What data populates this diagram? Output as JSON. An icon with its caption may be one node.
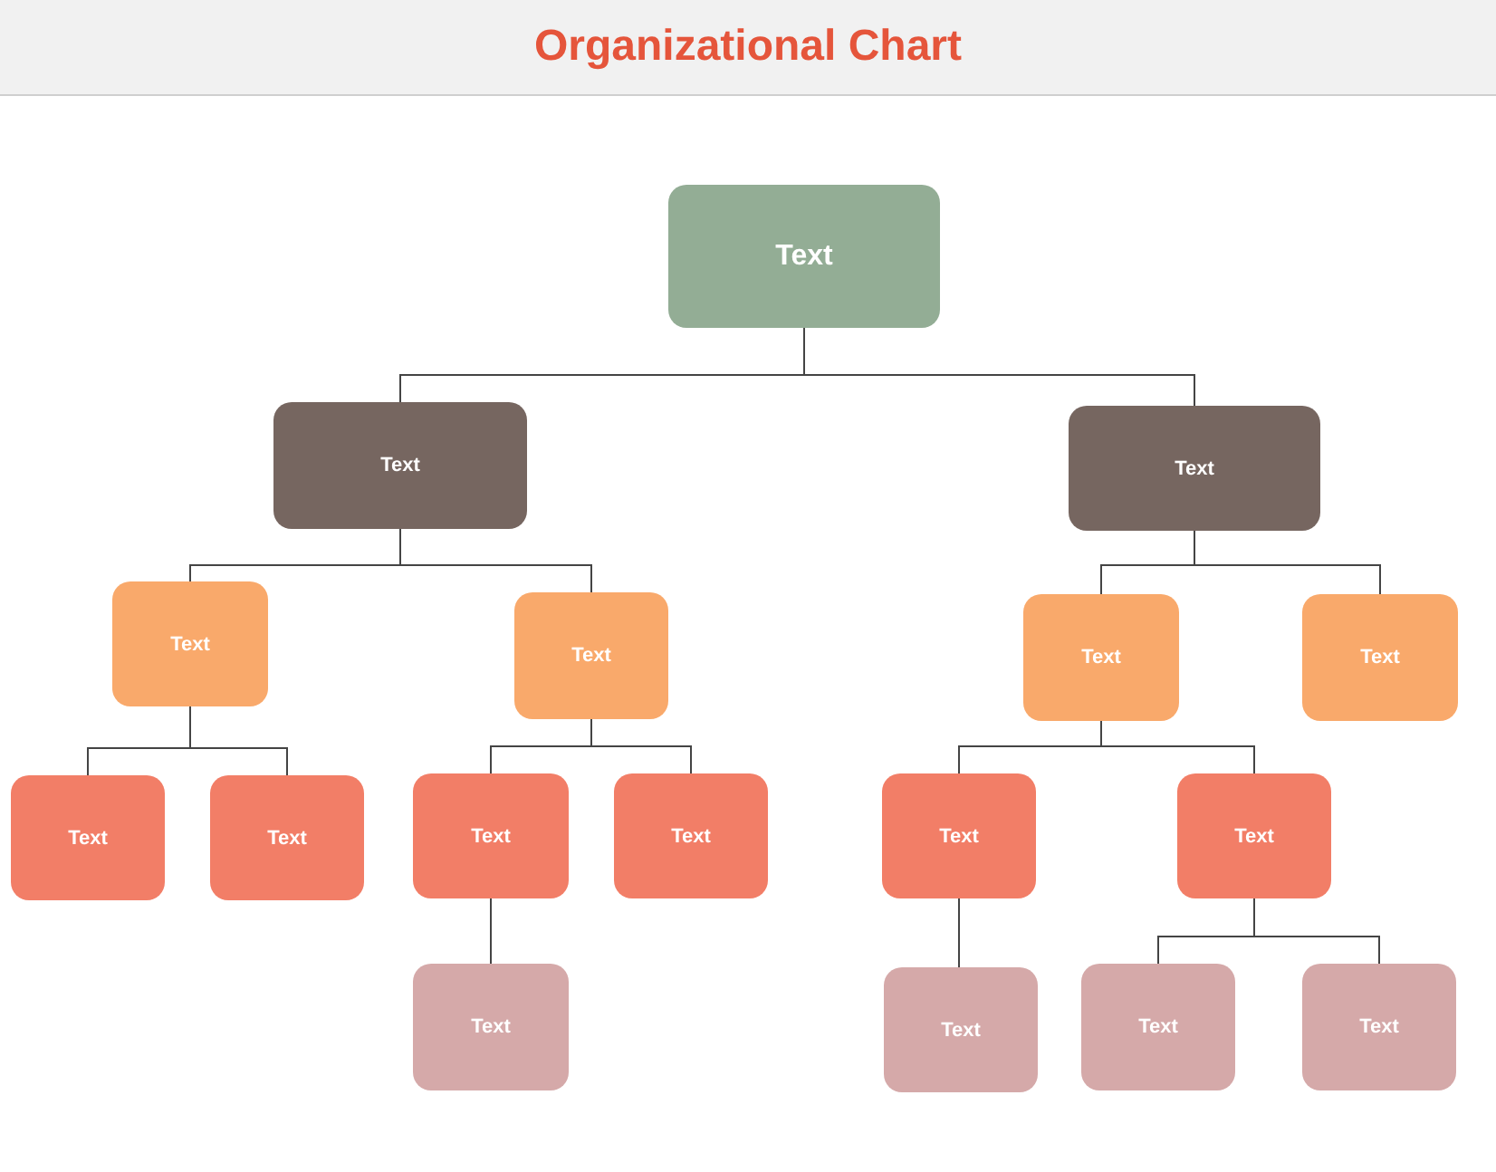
{
  "diagram": {
    "title": "Organizational Chart",
    "nodes": [
      {
        "text": [
          "Text"
        ]
      },
      {
        "text": [
          "Text"
        ]
      },
      {
        "text": [
          "Text"
        ]
      },
      {
        "text": [
          "Text"
        ]
      },
      {
        "text": [
          "Text"
        ]
      },
      {
        "text": [
          "Text"
        ]
      },
      {
        "text": [
          "Text"
        ]
      },
      {
        "text": [
          "Text"
        ]
      },
      {
        "text": [
          "Text"
        ]
      },
      {
        "text": [
          "Text"
        ]
      },
      {
        "text": [
          "Text"
        ]
      },
      {
        "text": [
          "Text"
        ]
      },
      {
        "text": [
          "Text"
        ]
      },
      {
        "text": [
          "Text"
        ]
      },
      {
        "text": [
          "Text"
        ]
      },
      {
        "text": [
          "Text"
        ]
      },
      {
        "text": [
          "Text"
        ]
      }
    ],
    "edges": [
      {
        "from": 0,
        "to": 1,
        "arrow": "none"
      },
      {
        "from": 0,
        "to": 2,
        "arrow": "none"
      },
      {
        "from": 1,
        "to": 3,
        "arrow": "none"
      },
      {
        "from": 1,
        "to": 4,
        "arrow": "none"
      },
      {
        "from": 2,
        "to": 5,
        "arrow": "none"
      },
      {
        "from": 2,
        "to": 6,
        "arrow": "none"
      },
      {
        "from": 3,
        "to": 7,
        "arrow": "none"
      },
      {
        "from": 3,
        "to": 8,
        "arrow": "none"
      },
      {
        "from": 4,
        "to": 9,
        "arrow": "none"
      },
      {
        "from": 4,
        "to": 10,
        "arrow": "none"
      },
      {
        "from": 9,
        "to": 13,
        "arrow": "none"
      },
      {
        "from": 5,
        "to": 11,
        "arrow": "none"
      },
      {
        "from": 5,
        "to": 12,
        "arrow": "none"
      },
      {
        "from": 11,
        "to": 14,
        "arrow": "none"
      },
      {
        "from": 12,
        "to": 15,
        "arrow": "none"
      },
      {
        "from": 12,
        "to": 16,
        "arrow": "none"
      }
    ]
  }
}
